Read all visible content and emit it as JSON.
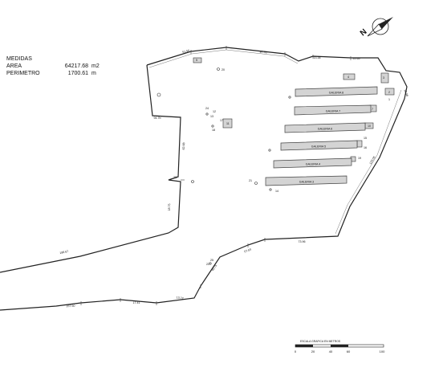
{
  "legend": {
    "title": "MEDIDAS",
    "area_label": "AREA",
    "area_value": "64217.68",
    "area_unit": "m2",
    "perimeter_label": "PERIMETRO",
    "perimeter_value": "1700.61",
    "perimeter_unit": "m"
  },
  "north_arrow": {
    "letter": "N"
  },
  "scale_bar": {
    "title": "ESCALA GRAFICA EN METROS",
    "ticks": [
      "0",
      "20",
      "40",
      "60",
      "100"
    ]
  },
  "galleries": [
    {
      "label": "GALERIA 8"
    },
    {
      "label": "GALERIA 7"
    },
    {
      "label": "GALERIA 6"
    },
    {
      "label": "GALERIA 5"
    },
    {
      "label": "GALERIA 4"
    },
    {
      "label": "GALERIA 3"
    }
  ],
  "boundary_dimensions": [
    "51.50",
    "97.33",
    "22.65",
    "13.38",
    "18.08",
    "133.05",
    "73.96",
    "57.03",
    "40.75",
    "196.67",
    "94.7b",
    "62.68",
    "18.75",
    "157.50",
    "17.41",
    "13.72"
  ],
  "point_labels": [
    "1",
    "2",
    "3",
    "4",
    "5",
    "7",
    "10",
    "11",
    "12",
    "13",
    "14",
    "15",
    "16",
    "17",
    "18",
    "19",
    "20",
    "21",
    "22",
    "23",
    "24",
    "25"
  ],
  "colors": {
    "line": "#222222",
    "building_fill": "#d4d4d4"
  }
}
